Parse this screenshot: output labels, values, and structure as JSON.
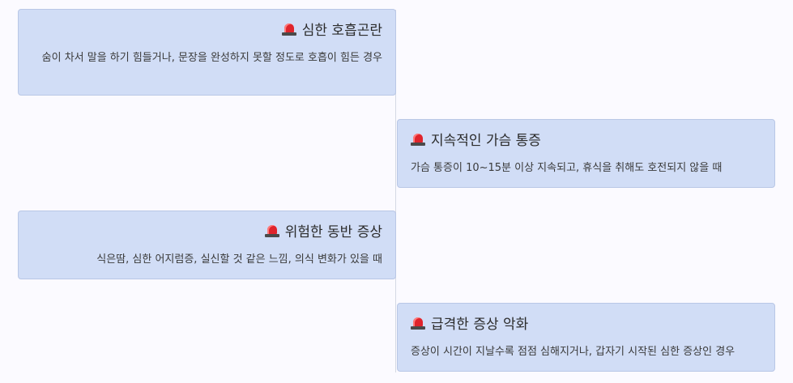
{
  "icon": "siren-icon",
  "colors": {
    "card_bg": "#d1ddf6",
    "card_border": "#b9c7e6",
    "page_bg": "#fbfaff"
  },
  "items": [
    {
      "title": "심한 호흡곤란",
      "desc": "숨이 차서 말을 하기 힘들거나, 문장을 완성하지 못할 정도로 호흡이 힘든 경우"
    },
    {
      "title": "지속적인 가슴 통증",
      "desc": "가슴 통증이 10~15분 이상 지속되고, 휴식을 취해도 호전되지 않을 때"
    },
    {
      "title": "위험한 동반 증상",
      "desc": "식은땀, 심한 어지럼증, 실신할 것 같은 느낌, 의식 변화가 있을 때"
    },
    {
      "title": "급격한 증상 악화",
      "desc": "증상이 시간이 지날수록 점점 심해지거나, 갑자기 시작된 심한 증상인 경우"
    }
  ]
}
